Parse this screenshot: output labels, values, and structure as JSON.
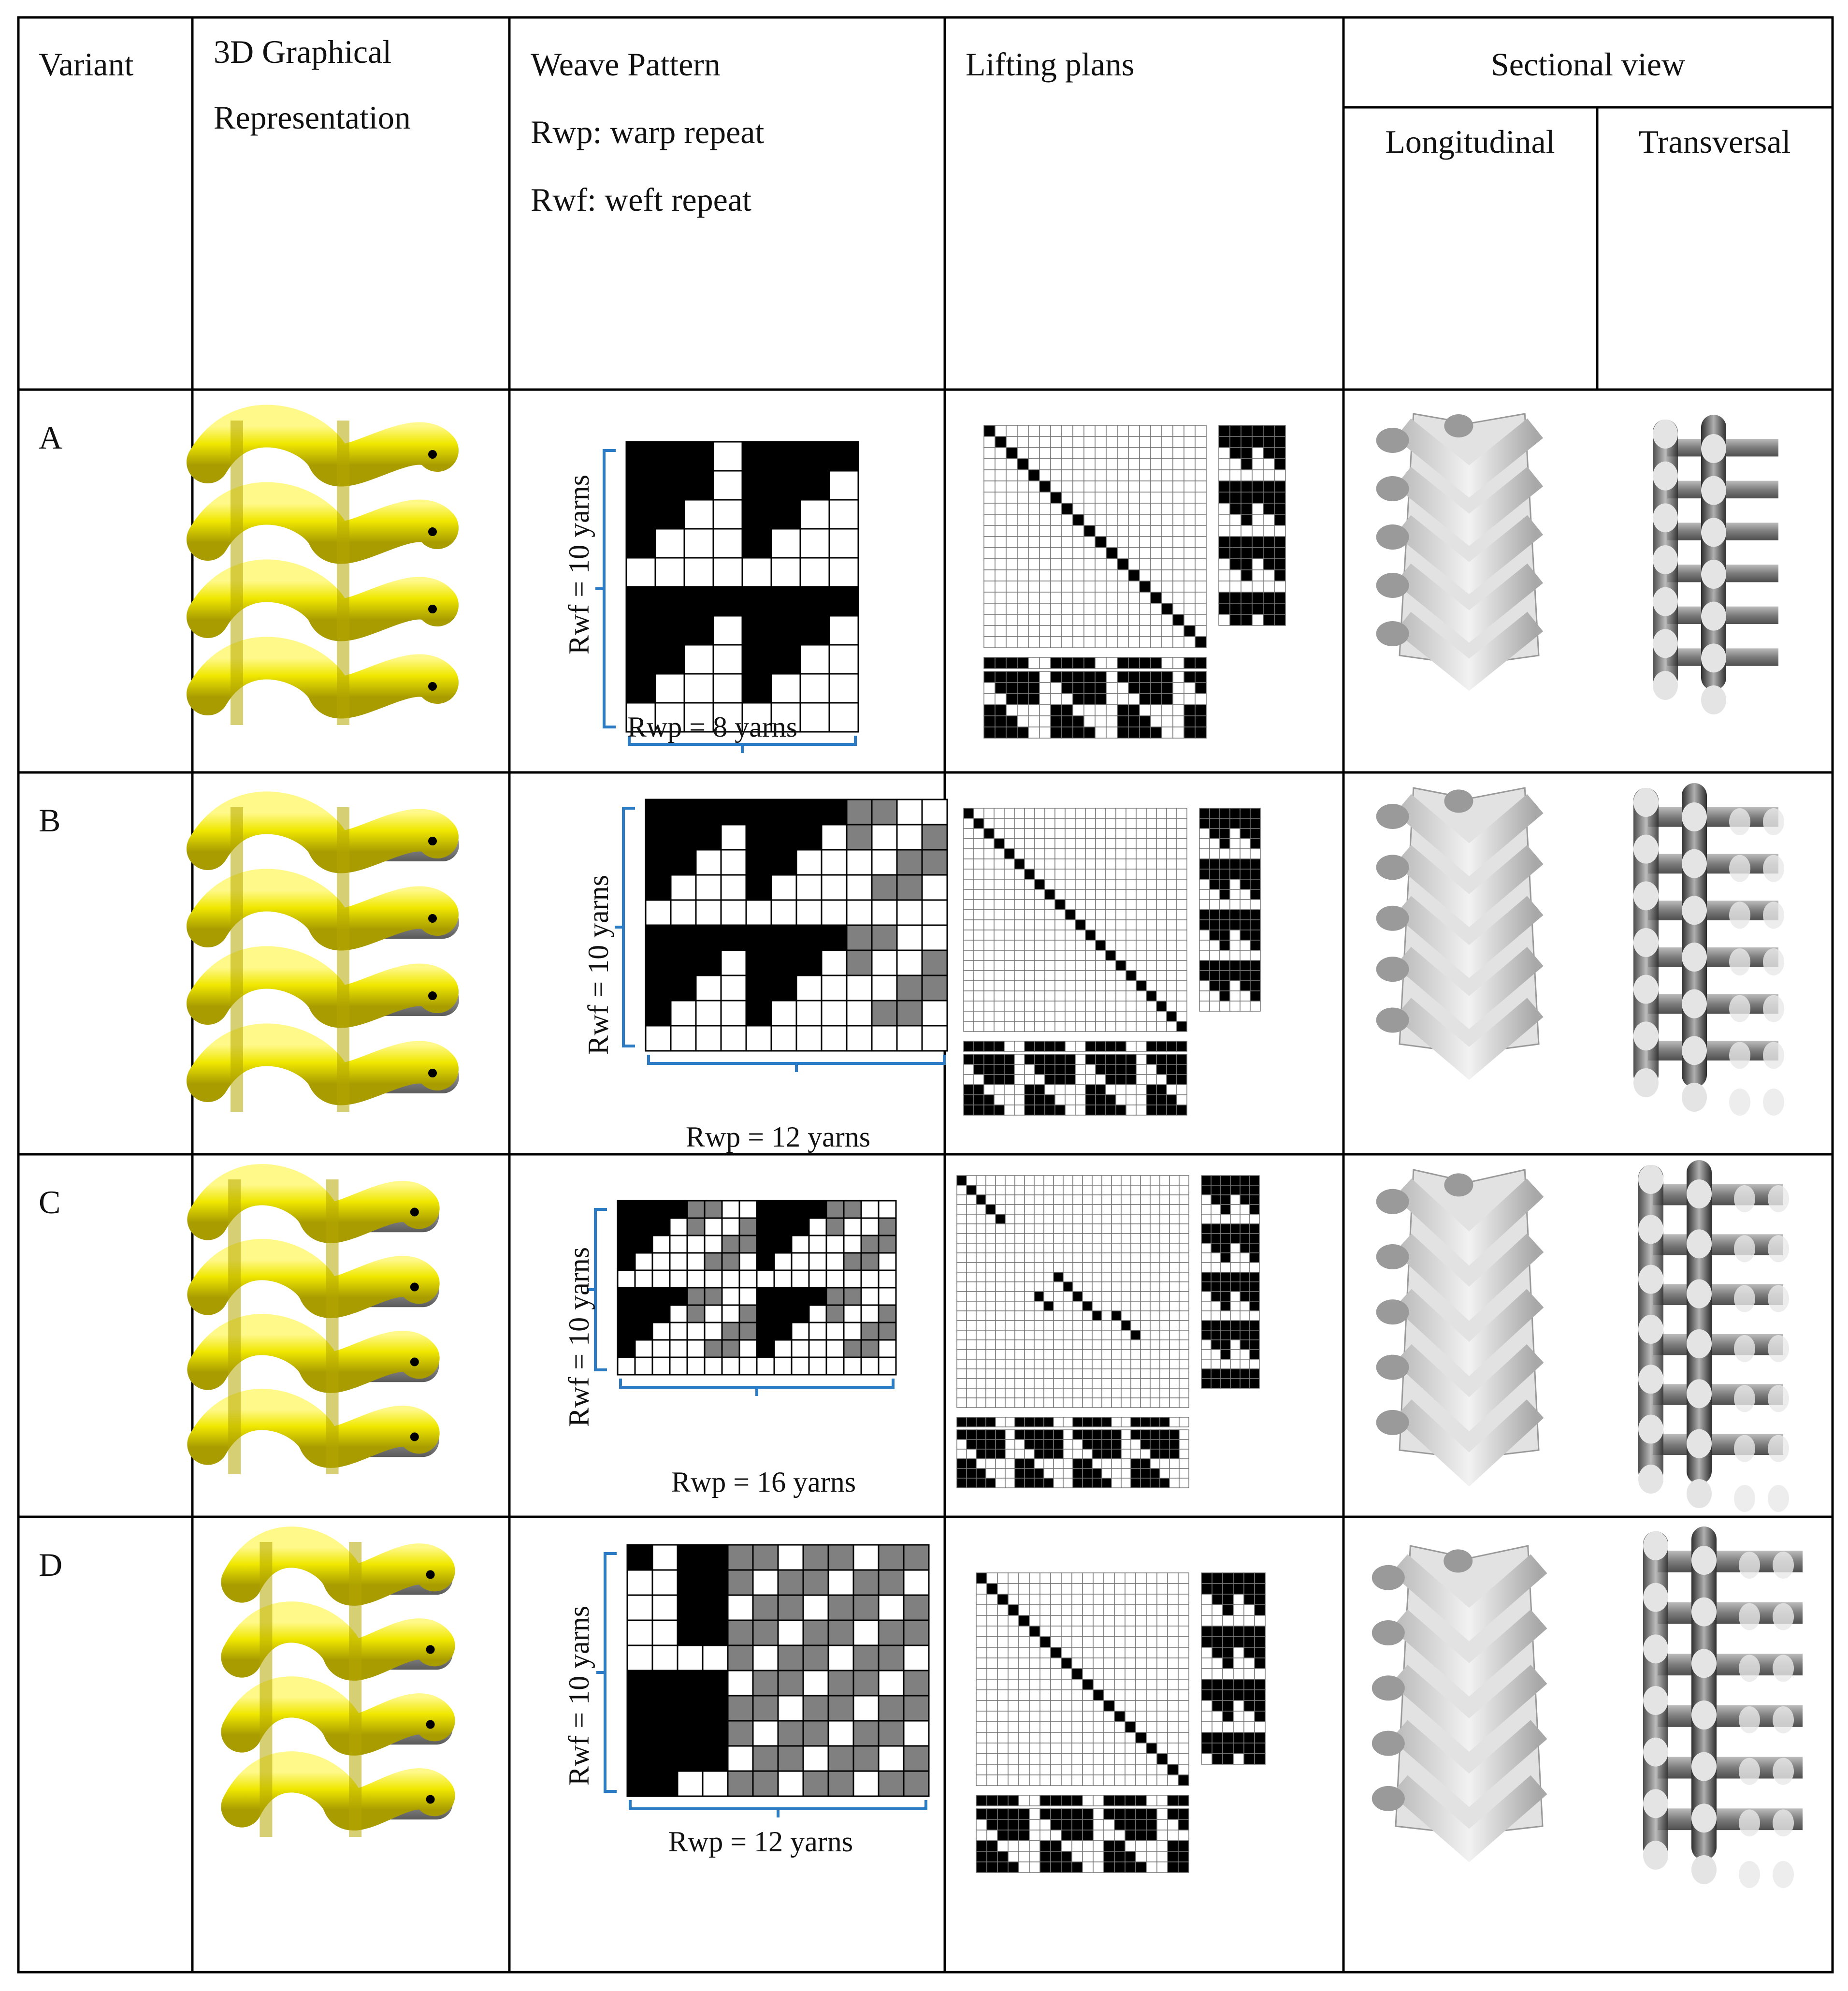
{
  "table": {
    "headers": {
      "variant": "Variant",
      "graphical_1": "3D Graphical",
      "graphical_2": "Representation",
      "weave_1": "Weave Pattern",
      "weave_2": "Rwp: warp repeat",
      "weave_3": "Rwf: weft repeat",
      "lifting": "Lifting plans",
      "sectional": "Sectional view",
      "longitudinal": "Longitudinal",
      "transversal": "Transversal"
    },
    "rows": [
      {
        "variant": "A",
        "rwf": "Rwf = 10 yarns",
        "rwp": "Rwp = 8 yarns",
        "warp": 8,
        "weft": 10
      },
      {
        "variant": "B",
        "rwf": "Rwf = 10 yarns",
        "rwp": "Rwp = 12 yarns",
        "warp": 12,
        "weft": 10
      },
      {
        "variant": "C",
        "rwf": "Rwf = 10 yarns",
        "rwp": "Rwp = 16 yarns",
        "warp": 16,
        "weft": 10
      },
      {
        "variant": "D",
        "rwf": "Rwf = 10 yarns",
        "rwp": "Rwp = 12 yarns",
        "warp": 12,
        "weft": 10
      }
    ]
  },
  "colors": {
    "yarn": "#f0e800",
    "yarn_shade": "#b5a800",
    "binder_grey": "#8c8c8c",
    "cell_black": "#000000",
    "cell_grey": "#808080",
    "bracket": "#2b7cc4",
    "section_light": "#d8d8d8",
    "section_dark": "#6a6a6a"
  }
}
